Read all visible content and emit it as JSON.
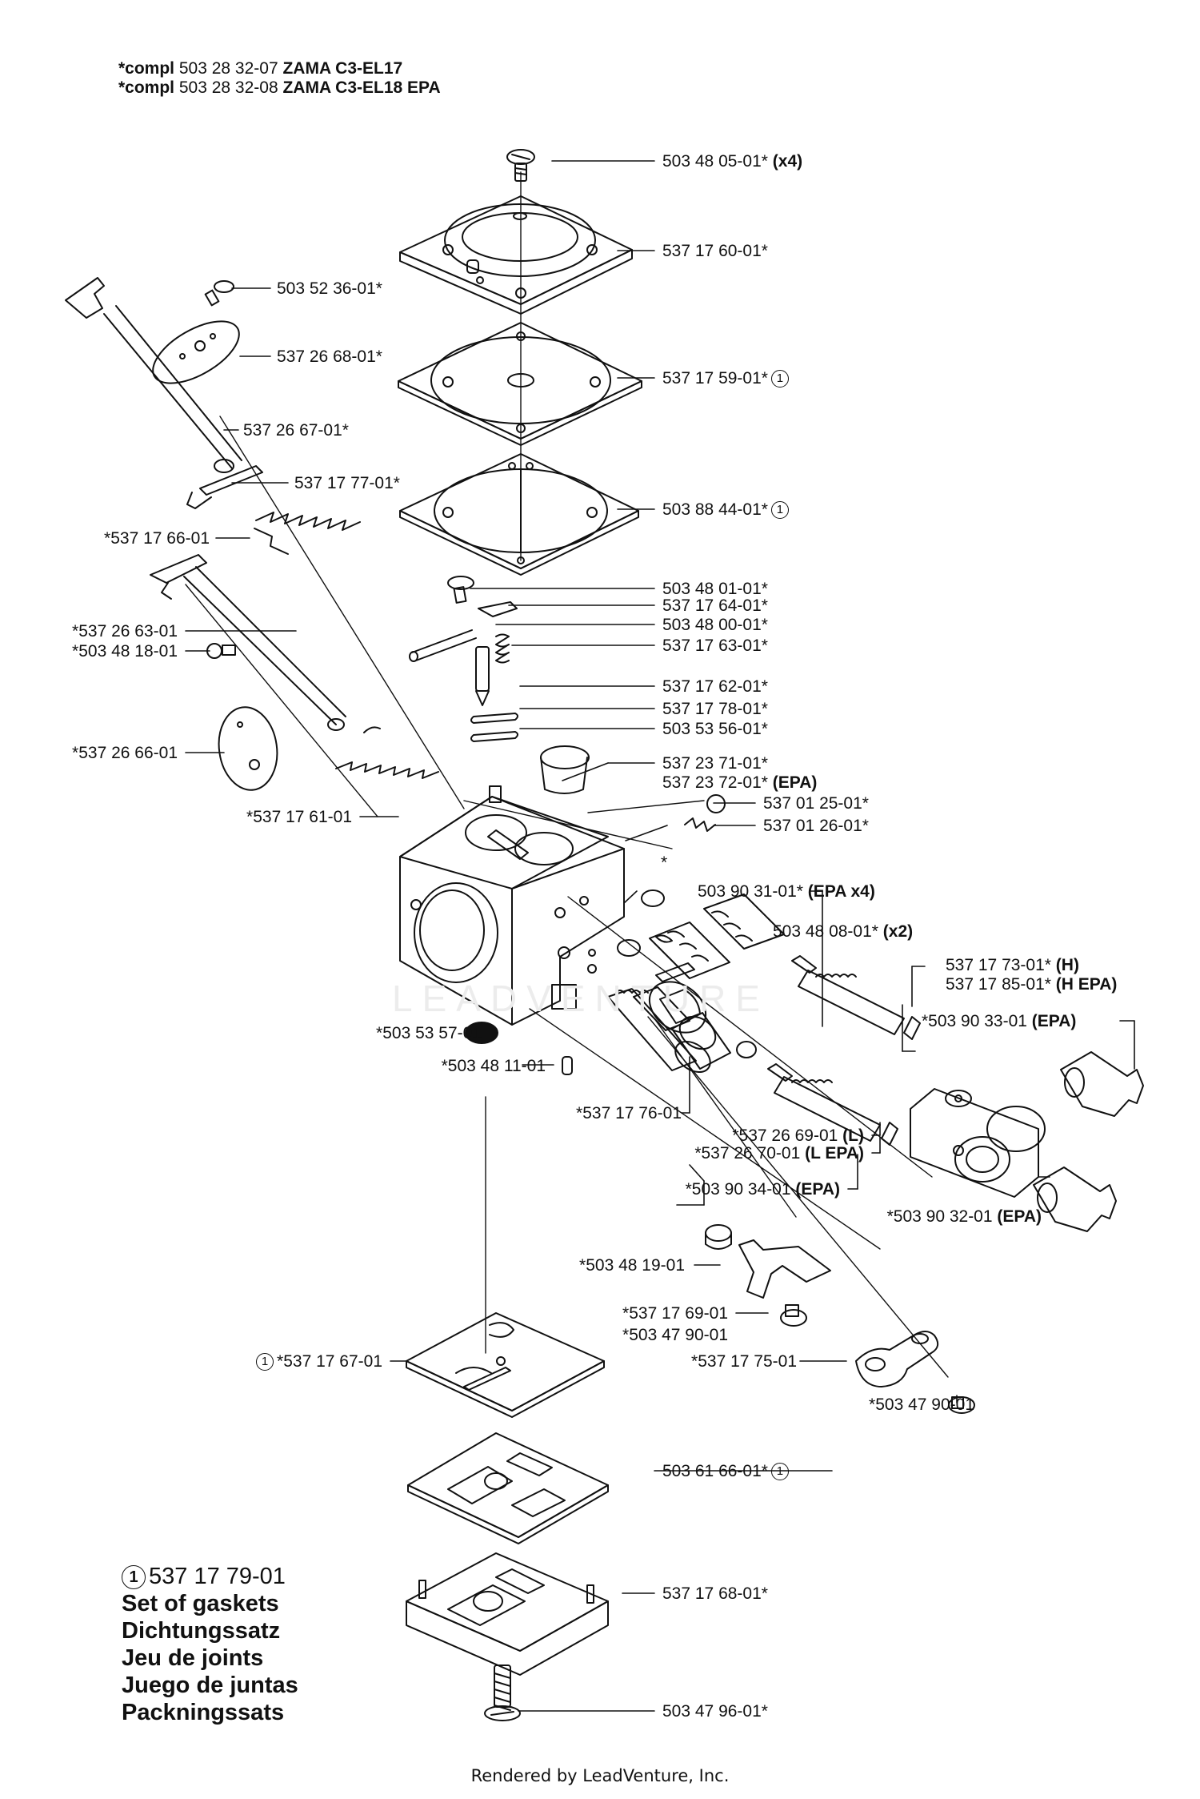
{
  "header": {
    "line1": {
      "prefix": "*compl",
      "number": " 503 28 32-07 ",
      "model": "ZAMA C3-EL17"
    },
    "line2": {
      "prefix": "*compl",
      "number": " 503 28 32-08 ",
      "model": "ZAMA C3-EL18 EPA"
    }
  },
  "labels": [
    {
      "id": "l1",
      "text": "503 48 05-01*",
      "suffix": "(x4)"
    },
    {
      "id": "l2",
      "text": "537 17 60-01*"
    },
    {
      "id": "l3",
      "text": "503 52 36-01*"
    },
    {
      "id": "l4",
      "text": "537 26 68-01*"
    },
    {
      "id": "l5",
      "text": "537 17 59-01*",
      "circle": "1"
    },
    {
      "id": "l6",
      "text": "537 26 67-01*"
    },
    {
      "id": "l7",
      "text": "537 17 77-01*"
    },
    {
      "id": "l8",
      "text": "503 88 44-01*",
      "circle": "1"
    },
    {
      "id": "l9",
      "text": "*537 17 66-01"
    },
    {
      "id": "l10",
      "text": "503 48 01-01*"
    },
    {
      "id": "l11",
      "text": "537 17 64-01*"
    },
    {
      "id": "l12",
      "text": "*537 26 63-01"
    },
    {
      "id": "l13",
      "text": "503 48 00-01*"
    },
    {
      "id": "l14",
      "text": "*503 48 18-01"
    },
    {
      "id": "l15",
      "text": "537 17 63-01*"
    },
    {
      "id": "l16",
      "text": "537 17 62-01*"
    },
    {
      "id": "l17",
      "text": "537 17 78-01*"
    },
    {
      "id": "l18",
      "text": "503 53 56-01*"
    },
    {
      "id": "l19",
      "text": "*537 26 66-01"
    },
    {
      "id": "l20",
      "text": "537 23 71-01*"
    },
    {
      "id": "l21",
      "text": "537 23 72-01*",
      "suffix": "(EPA)"
    },
    {
      "id": "l22",
      "text": "537 01 25-01*"
    },
    {
      "id": "l23",
      "text": "537 01 26-01*"
    },
    {
      "id": "l24",
      "text": "*537 17 61-01"
    },
    {
      "id": "l25",
      "text": "*"
    },
    {
      "id": "l26",
      "text": "503 90 31-01*",
      "suffix": "(EPA x4)"
    },
    {
      "id": "l27",
      "text": "503 48 08-01*",
      "suffix": "(x2)"
    },
    {
      "id": "l28",
      "text": "537 17 73-01*",
      "suffix": "(H)"
    },
    {
      "id": "l29",
      "text": "537 17 85-01*",
      "suffix": "(H EPA)"
    },
    {
      "id": "l30",
      "text": "*503 90 33-01",
      "suffix": "(EPA)"
    },
    {
      "id": "l31",
      "text": "*503 53 57-01"
    },
    {
      "id": "l32",
      "text": "*503 48 11-01"
    },
    {
      "id": "l33",
      "text": "*537 17 76-01"
    },
    {
      "id": "l34",
      "text": "*537 26 69-01",
      "suffix": "(L)"
    },
    {
      "id": "l35",
      "text": "*537 26 70-01",
      "suffix": "(L EPA)"
    },
    {
      "id": "l36",
      "text": "*503 90 34-01",
      "suffix": "(EPA)"
    },
    {
      "id": "l37",
      "text": "*503 90 32-01",
      "suffix": "(EPA)"
    },
    {
      "id": "l38",
      "text": "*503 48 19-01"
    },
    {
      "id": "l39",
      "text": "*537 17 69-01"
    },
    {
      "id": "l40",
      "text": "*503 47 90-01"
    },
    {
      "id": "l41",
      "text": "*537 17 67-01",
      "precircle": "1"
    },
    {
      "id": "l42",
      "text": "*537 17 75-01"
    },
    {
      "id": "l43",
      "text": "*503 47 90-01"
    },
    {
      "id": "l44",
      "text": "503 61 66-01*",
      "circle": "1"
    },
    {
      "id": "l45",
      "text": "537 17 68-01*"
    },
    {
      "id": "l46",
      "text": "503 47 96-01*"
    }
  ],
  "kit": {
    "circle": "1",
    "number": "537 17 79-01",
    "lines": [
      "Set of gaskets",
      "Dichtungssatz",
      "Jeu de joints",
      "Juego de juntas",
      "Packningssats"
    ]
  },
  "watermark": "LEADVENTURE",
  "footer": "Rendered by LeadVenture, Inc."
}
